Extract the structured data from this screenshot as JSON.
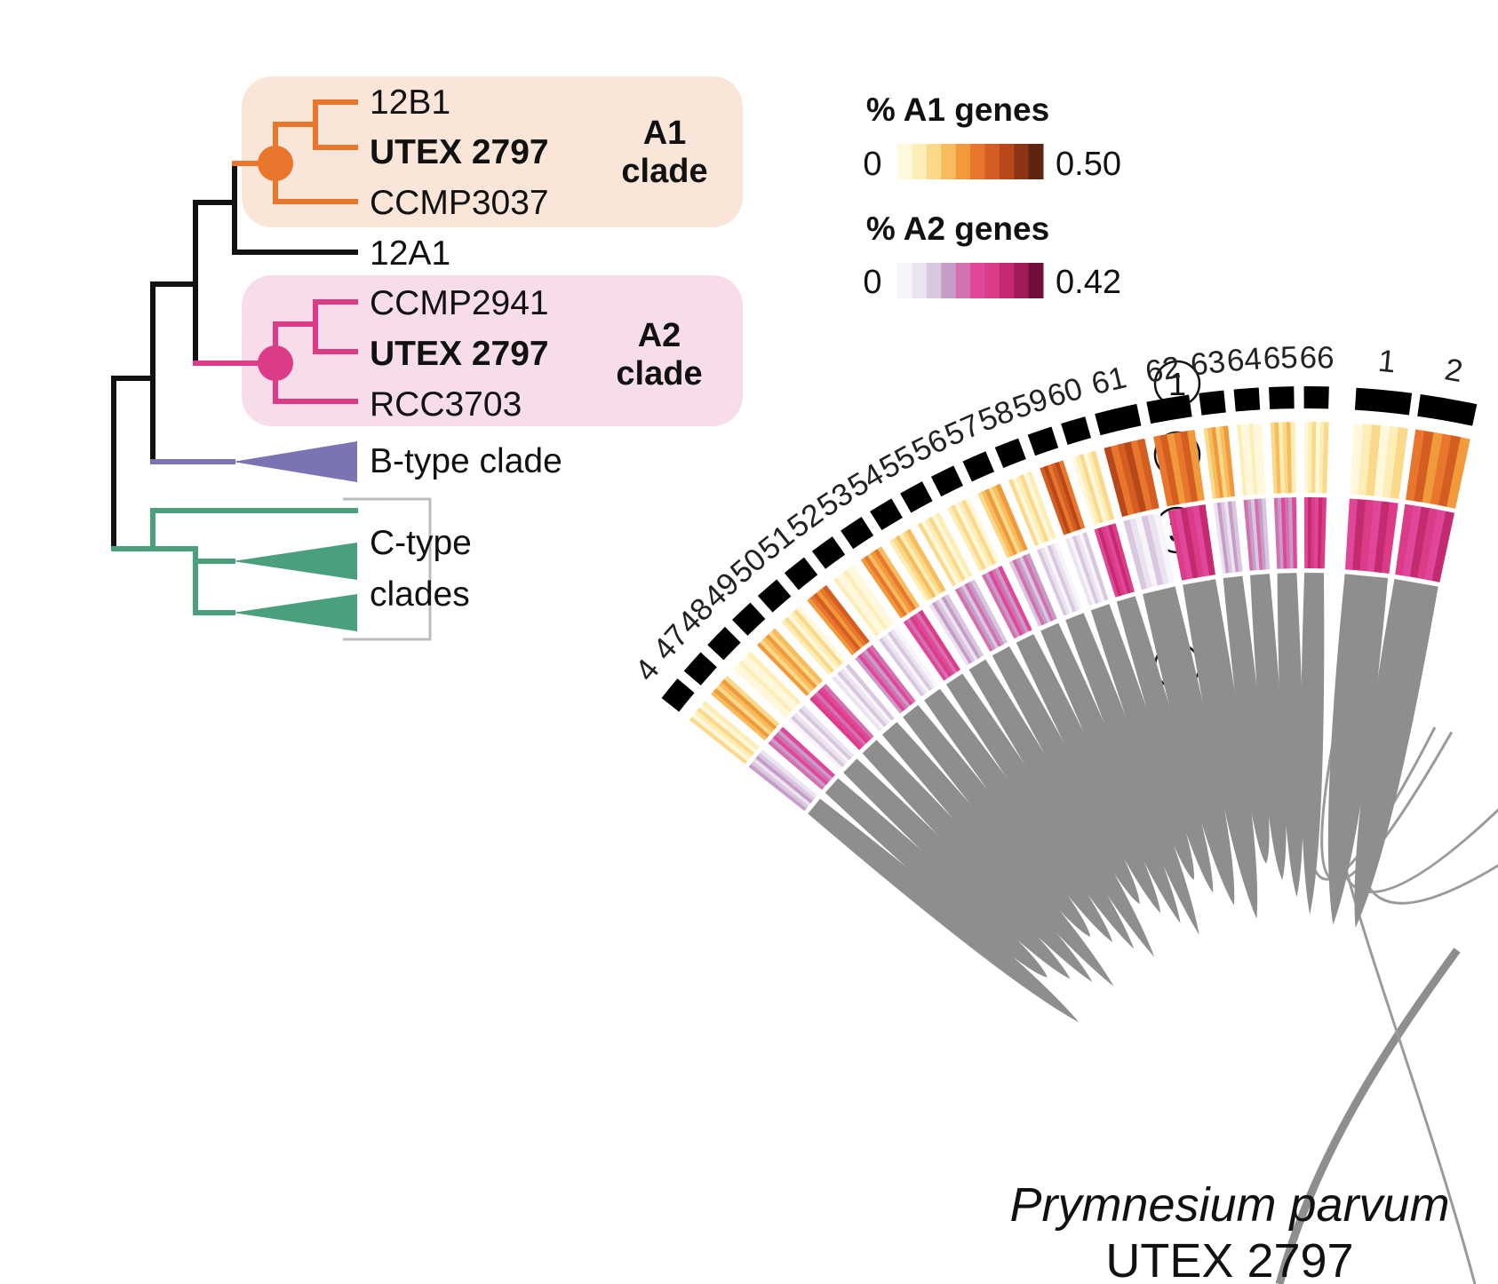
{
  "tree": {
    "tips": [
      {
        "label": "12B1",
        "bold": false
      },
      {
        "label": "UTEX 2797",
        "bold": true
      },
      {
        "label": "CCMP3037",
        "bold": false
      },
      {
        "label": "12A1",
        "bold": false
      },
      {
        "label": "CCMP2941",
        "bold": false
      },
      {
        "label": "UTEX 2797",
        "bold": true
      },
      {
        "label": "RCC3703",
        "bold": false
      },
      {
        "label": "B-type clade",
        "bold": false
      },
      {
        "label": "C-type",
        "bold": false
      },
      {
        "label": "clades",
        "bold": false
      }
    ],
    "a1_clade": {
      "line1": "A1",
      "line2": "clade"
    },
    "a2_clade": {
      "line1": "A2",
      "line2": "clade"
    },
    "colors": {
      "a1": "#e8762d",
      "a1_bg": "#f9e6d8",
      "a2": "#dc3b87",
      "a2_bg": "#f6dde9",
      "b": "#7a74b2",
      "c": "#4a9f7c",
      "root": "#111111"
    }
  },
  "legend": {
    "a1": {
      "title": "% A1 genes",
      "min": "0",
      "max": "0.50",
      "colors": [
        "#fff8dc",
        "#fdeeb8",
        "#fbd98a",
        "#f6bc5d",
        "#f09a3c",
        "#e8762d",
        "#d45d22",
        "#b8481a",
        "#8c3414",
        "#5e2410"
      ]
    },
    "a2": {
      "title": "% A2 genes",
      "min": "0",
      "max": "0.42",
      "colors": [
        "#f7f4fa",
        "#ebe4f0",
        "#d9c6df",
        "#c79dc8",
        "#d370ae",
        "#e0479a",
        "#dc3b87",
        "#c42a70",
        "#a11b56",
        "#6f0f3a"
      ]
    }
  },
  "ring_labels": [
    "1",
    "2",
    "3",
    "4"
  ],
  "chromosomes": {
    "right": [
      "1",
      "2"
    ],
    "left": [
      "66",
      "65",
      "64",
      "63",
      "62",
      "61",
      "60",
      "59",
      "58",
      "57",
      "56",
      "55",
      "54",
      "53",
      "52",
      "51",
      "50",
      "49",
      "48",
      "47",
      "4"
    ]
  },
  "title": {
    "species": "Prymnesium parvum",
    "strain": "UTEX 2797"
  }
}
